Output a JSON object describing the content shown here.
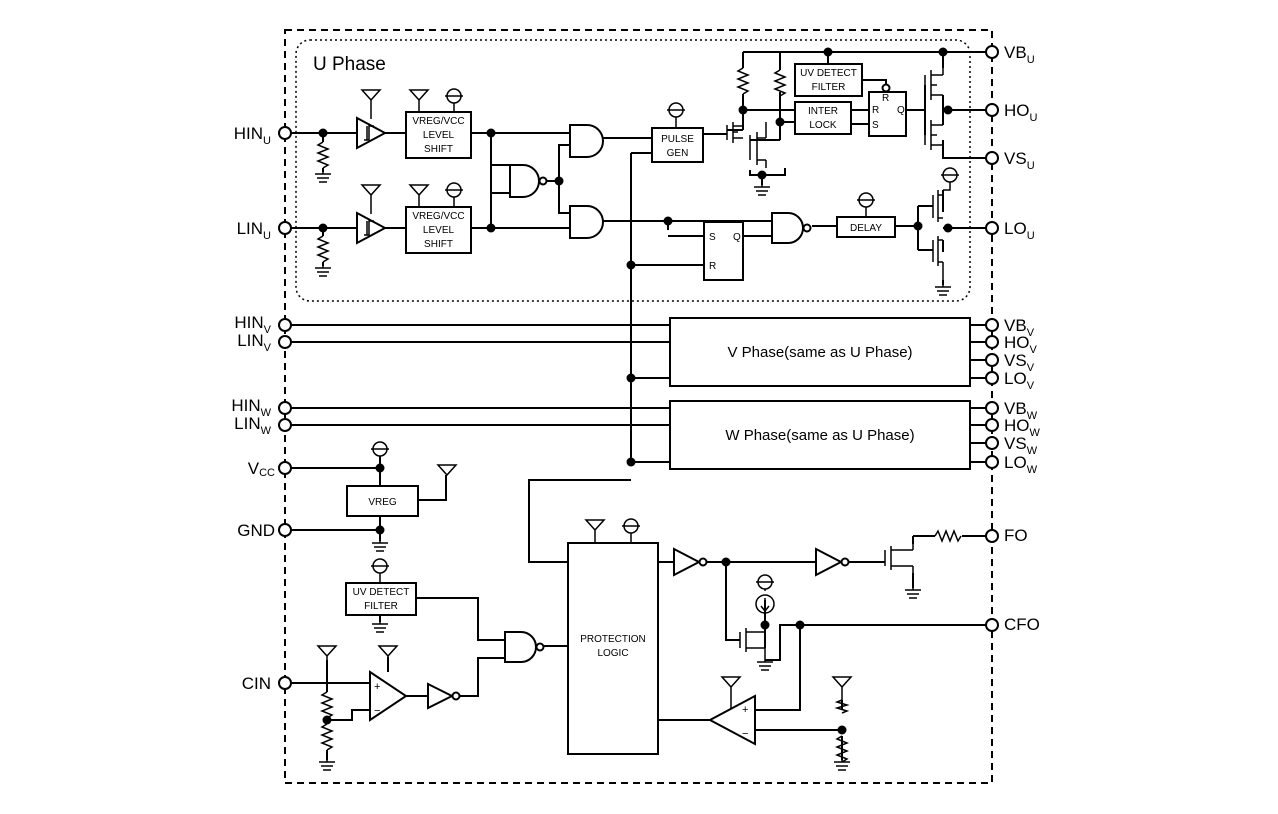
{
  "title": "U Phase",
  "blocks": {
    "level_shift": [
      "VREG/VCC",
      "LEVEL",
      "SHIFT"
    ],
    "pulse_gen": [
      "PULSE",
      "GEN"
    ],
    "uv_detect_filter": [
      "UV DETECT",
      "FILTER"
    ],
    "interlock": [
      "INTER",
      "LOCK"
    ],
    "delay": "DELAY",
    "vreg": "VREG",
    "protection_logic": [
      "PROTECTION",
      "LOGIC"
    ],
    "v_phase": "V Phase(same as U Phase)",
    "w_phase": "W Phase(same as U Phase)",
    "ff_s": "S",
    "ff_r": "R",
    "ff_q": "Q",
    "cmp_plus": "+",
    "cmp_minus": "−"
  },
  "pins_left": [
    {
      "main": "HIN",
      "sub": "U"
    },
    {
      "main": "LIN",
      "sub": "U"
    },
    {
      "main": "HIN",
      "sub": "V"
    },
    {
      "main": "LIN",
      "sub": "V"
    },
    {
      "main": "HIN",
      "sub": "W"
    },
    {
      "main": "LIN",
      "sub": "W"
    },
    {
      "main": "V",
      "sub": "CC"
    },
    {
      "main": "GND",
      "sub": ""
    },
    {
      "main": "CIN",
      "sub": ""
    }
  ],
  "pins_right": [
    {
      "main": "VB",
      "sub": "U"
    },
    {
      "main": "HO",
      "sub": "U"
    },
    {
      "main": "VS",
      "sub": "U"
    },
    {
      "main": "LO",
      "sub": "U"
    },
    {
      "main": "VB",
      "sub": "V"
    },
    {
      "main": "HO",
      "sub": "V"
    },
    {
      "main": "VS",
      "sub": "V"
    },
    {
      "main": "LO",
      "sub": "V"
    },
    {
      "main": "VB",
      "sub": "W"
    },
    {
      "main": "HO",
      "sub": "W"
    },
    {
      "main": "VS",
      "sub": "W"
    },
    {
      "main": "LO",
      "sub": "W"
    },
    {
      "main": "FO",
      "sub": ""
    },
    {
      "main": "CFO",
      "sub": ""
    }
  ]
}
